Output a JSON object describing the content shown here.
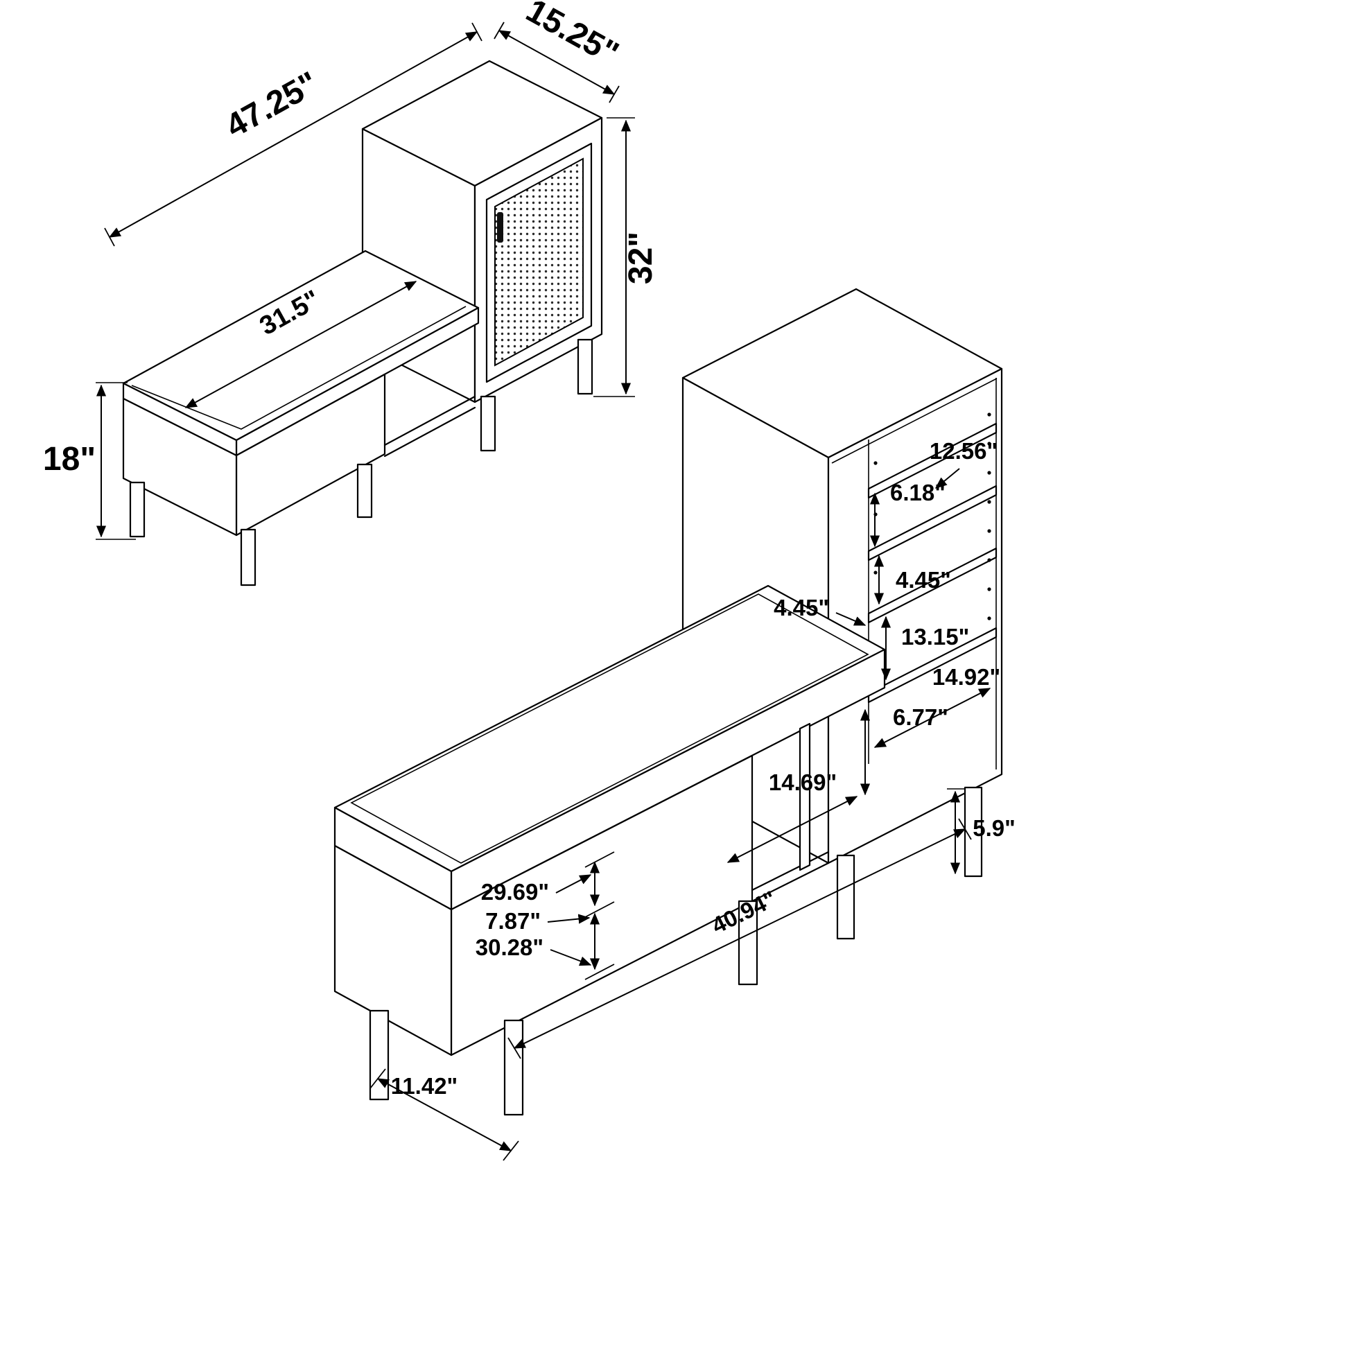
{
  "canvas": {
    "background": "#ffffff",
    "ink": "#000000"
  },
  "unit_a": {
    "dims": {
      "overall_length": "47.25\"",
      "cabinet_depth": "15.25\"",
      "cabinet_height": "32\"",
      "seat_length": "31.5\"",
      "bench_height": "18\""
    }
  },
  "unit_b": {
    "dims": {
      "shelf_depth": "12.56\"",
      "shelf_gap_top": "6.18\"",
      "shelf_gap_middle": "4.45\"",
      "shelf_gap_bottom": "13.15\"",
      "seat_to_shelf": "4.45\"",
      "cubby_width": "14.92\"",
      "base_height": "6.77\"",
      "support_spacing": "14.69\"",
      "leg_height": "5.9\"",
      "seat_depth": "29.69\"",
      "cushion_thickness": "7.87\"",
      "box_length": "30.28\"",
      "base_length": "40.94\"",
      "leg_spacing": "11.42\""
    }
  }
}
